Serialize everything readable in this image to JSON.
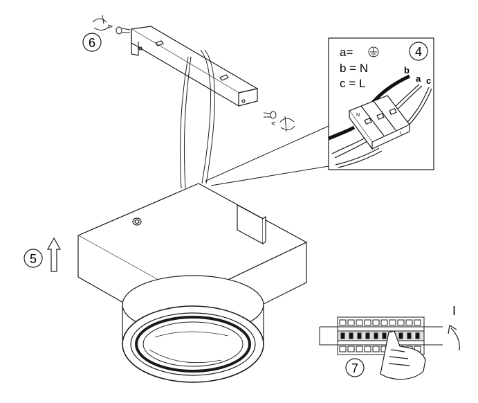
{
  "steps": {
    "step4": "4",
    "step5": "5",
    "step6": "6",
    "step7": "7"
  },
  "wiring_legend": {
    "a": "a=",
    "b": "b = N",
    "c": "c = L"
  },
  "wire_labels": {
    "b": "b",
    "a": "a",
    "c": "c"
  },
  "terminal_marks": {
    "n": "N",
    "l": "L"
  },
  "switch_label": "I",
  "colors": {
    "line": "#1a1a1a",
    "cable_dark": "#111111",
    "background": "#ffffff"
  }
}
